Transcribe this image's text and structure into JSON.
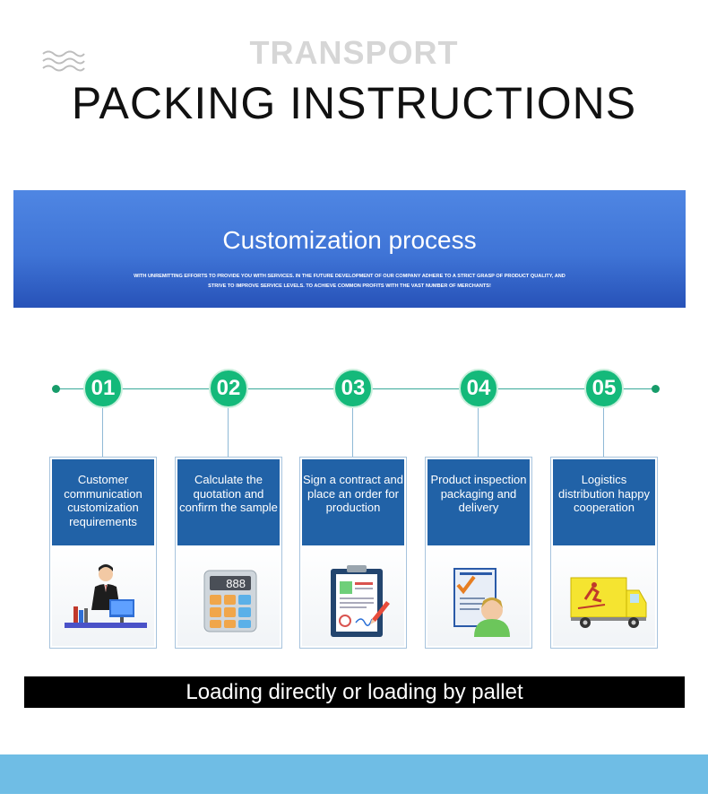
{
  "header": {
    "kicker": "TRANSPORT",
    "title": "PACKING INSTRUCTIONS"
  },
  "banner": {
    "title": "Customization process",
    "subtitle_line1": "WITH UNREMITTING EFFORTS TO PROVIDE YOU WITH SERVICES. IN THE FUTURE DEVELOPMENT OF OUR COMPANY ADHERE TO A STRICT GRASP OF PRODUCT QUALITY, AND",
    "subtitle_line2": "STRIVE TO IMPROVE SERVICE LEVELS. TO ACHIEVE COMMON PROFITS WITH THE VAST NUMBER OF MERCHANTS!"
  },
  "steps": [
    {
      "number": "01",
      "label": "Customer communication customization requirements",
      "icon": "businessman-at-desk-icon"
    },
    {
      "number": "02",
      "label": "Calculate the quotation and confirm the sample",
      "icon": "calculator-icon",
      "display": "888"
    },
    {
      "number": "03",
      "label": "Sign a contract and place an order for production",
      "icon": "contract-clipboard-icon"
    },
    {
      "number": "04",
      "label": "Product inspection packaging and delivery",
      "icon": "inspection-checklist-icon"
    },
    {
      "number": "05",
      "label": "Logistics distribution happy cooperation",
      "icon": "delivery-truck-icon"
    }
  ],
  "footer_bar": {
    "text": "Loading directly or loading by pallet"
  },
  "colors": {
    "banner_blue": "#3f74d6",
    "step_green": "#14b97a",
    "card_blue": "#2162a7",
    "bottom_band": "#6fbde5"
  }
}
